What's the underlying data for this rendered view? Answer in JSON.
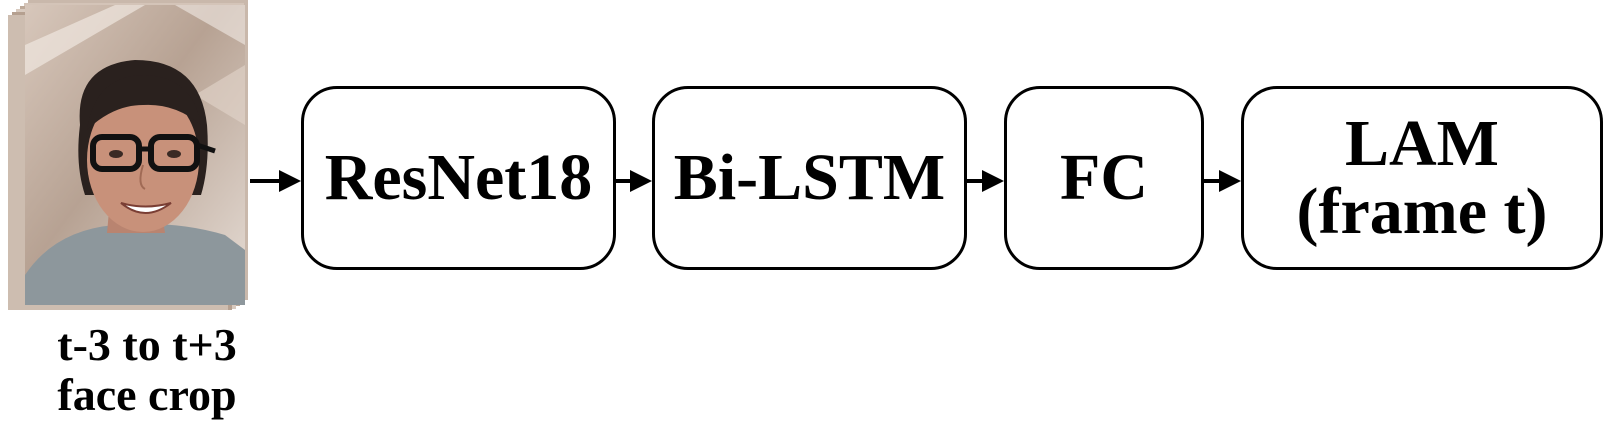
{
  "input": {
    "caption_line1": "t-3 to t+3",
    "caption_line2": "face crop",
    "frame_count": 7,
    "image_description_icon": "face-photo-icon"
  },
  "pipeline": {
    "blocks": [
      {
        "label": "ResNet18"
      },
      {
        "label": "Bi-LSTM"
      },
      {
        "label": "FC"
      },
      {
        "label_line1": "LAM",
        "label_line2": "(frame t)"
      }
    ]
  },
  "colors": {
    "stroke": "#000000",
    "background": "#ffffff",
    "wall": "#b9a597",
    "shirt": "#8d979c",
    "skin": "#c8917a",
    "hair": "#2a211e"
  }
}
